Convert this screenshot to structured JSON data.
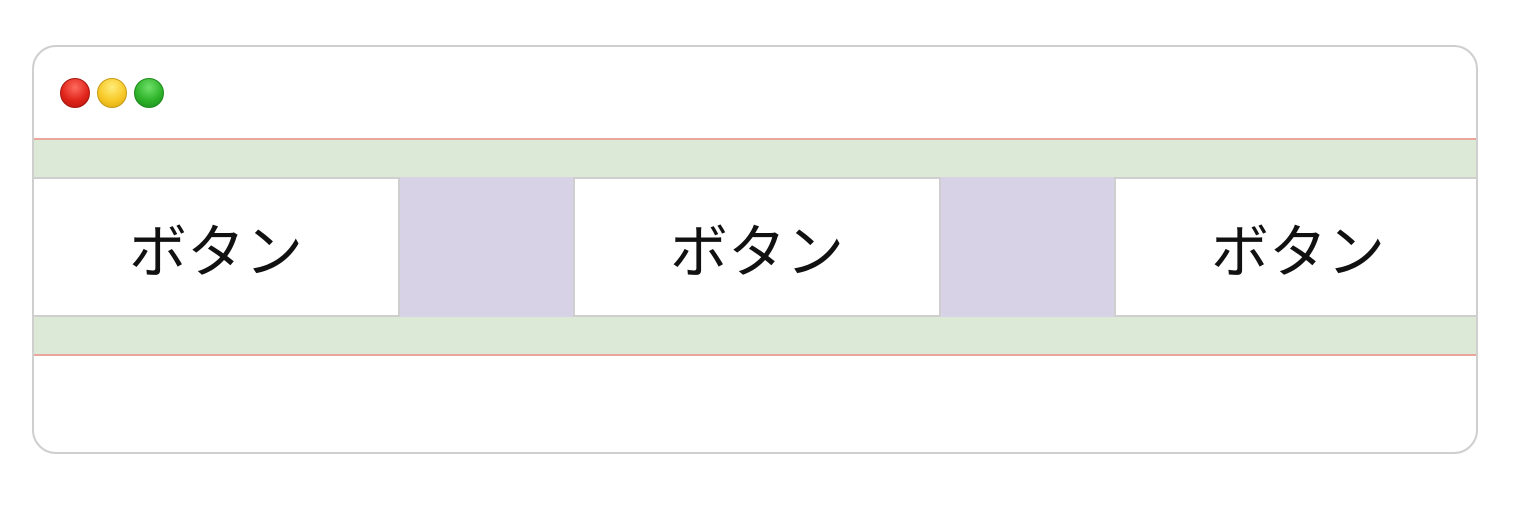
{
  "window": {
    "traffic_lights": [
      "close",
      "minimize",
      "maximize"
    ],
    "colors": {
      "close": "#e0251b",
      "minimize": "#f7c928",
      "maximize": "#2fb32a",
      "container_border": "#e8a69c",
      "container_padding": "#dbe9d6",
      "gap": "#d8d2e7"
    }
  },
  "buttons": [
    {
      "label": "ボタン"
    },
    {
      "label": "ボタン"
    },
    {
      "label": "ボタン"
    }
  ]
}
